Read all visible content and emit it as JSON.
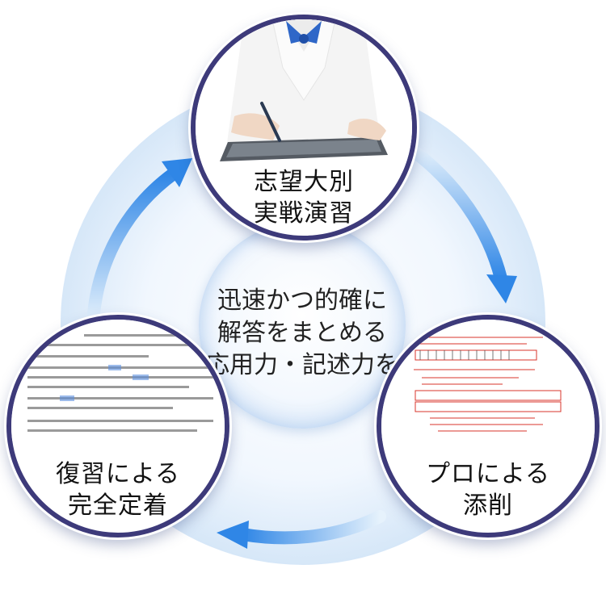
{
  "center": {
    "lines": [
      "迅速かつ的確に",
      "解答をまとめる",
      "応用力・記述力を"
    ]
  },
  "nodes": {
    "practice": {
      "line1": "志望大別",
      "line2": "実戦演習"
    },
    "correction": {
      "line1": "プロによる",
      "line2": "添削"
    },
    "review": {
      "line1": "復習による",
      "line2": "完全定着"
    }
  },
  "colors": {
    "ring_border": "#3d3a7a",
    "arrow_light": "#cfe6fb",
    "arrow_dark": "#2f86e6",
    "cycle_ring": "#e3eefa",
    "correction_red": "#d9342b"
  },
  "icons": {
    "practice_image": "student-writing-on-tablet-illustration",
    "correction_image": "corrected-answer-sheet-illustration",
    "review_image": "textbook-page-illustration"
  }
}
